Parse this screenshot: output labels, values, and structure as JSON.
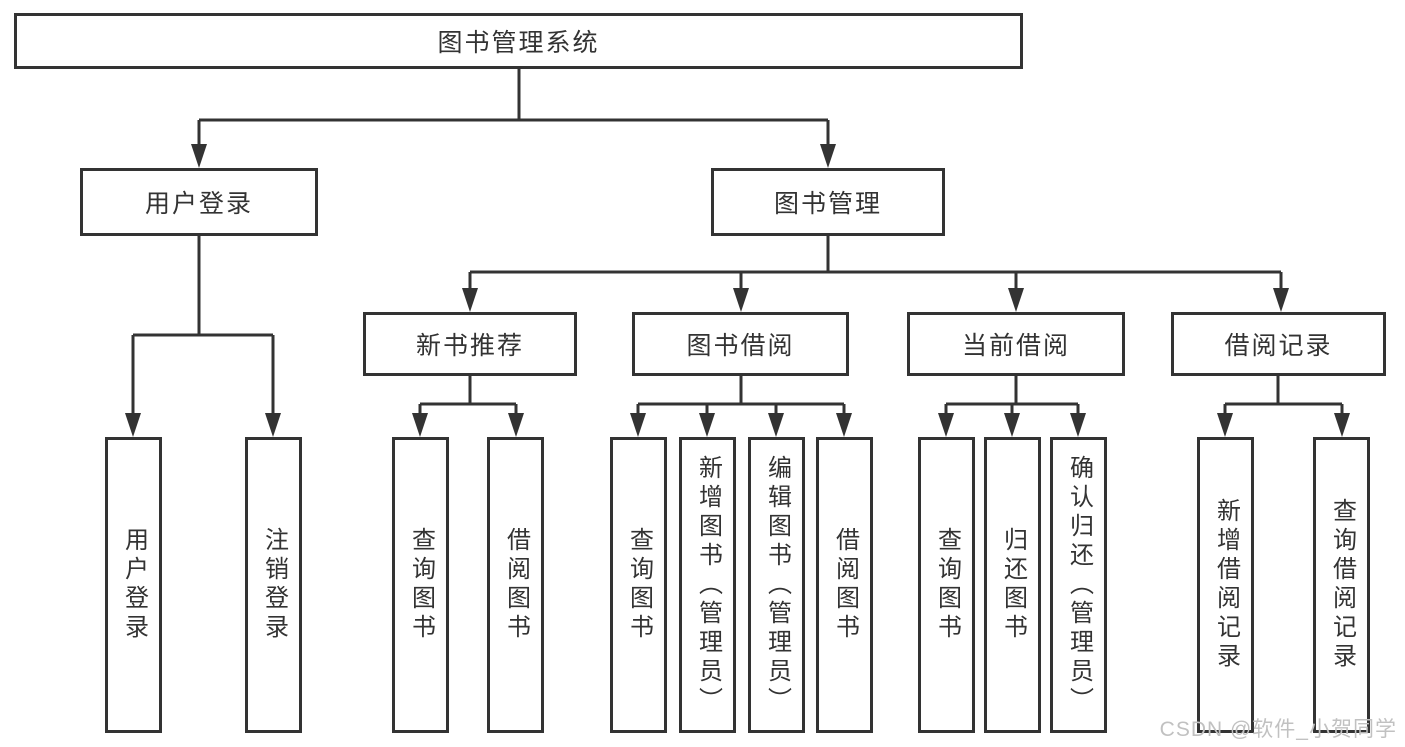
{
  "diagram": {
    "type": "hierarchy-tree",
    "title": "图书管理系统"
  },
  "colors": {
    "line": "#333333",
    "box_border": "#333333",
    "box_background": "#ffffff",
    "text": "#333333",
    "watermark": "#c1c1c1",
    "page_background": "#ffffff"
  },
  "nodes": {
    "root": {
      "label": "图书管理系统"
    },
    "user_login": {
      "label": "用户登录"
    },
    "book_mgmt": {
      "label": "图书管理"
    },
    "new_book_rec": {
      "label": "新书推荐"
    },
    "book_borrow": {
      "label": "图书借阅"
    },
    "current_borrow": {
      "label": "当前借阅"
    },
    "borrow_record": {
      "label": "借阅记录"
    },
    "ul_user_login": {
      "label": "用户登录"
    },
    "ul_logout": {
      "label": "注销登录"
    },
    "nb_query_book": {
      "label": "查询图书"
    },
    "nb_borrow_book": {
      "label": "借阅图书"
    },
    "bb_query_book": {
      "label": "查询图书"
    },
    "bb_add_book": {
      "label": "新增图书（管理员）"
    },
    "bb_edit_book": {
      "label": "编辑图书（管理员）"
    },
    "bb_borrow_book": {
      "label": "借阅图书"
    },
    "cb_query_book": {
      "label": "查询图书"
    },
    "cb_return_book": {
      "label": "归还图书"
    },
    "cb_confirm_return": {
      "label": "确认归还（管理员）"
    },
    "br_add_record": {
      "label": "新增借阅记录"
    },
    "br_query_record": {
      "label": "查询借阅记录"
    }
  },
  "watermark": {
    "text": "CSDN @软件_小贺同学"
  }
}
